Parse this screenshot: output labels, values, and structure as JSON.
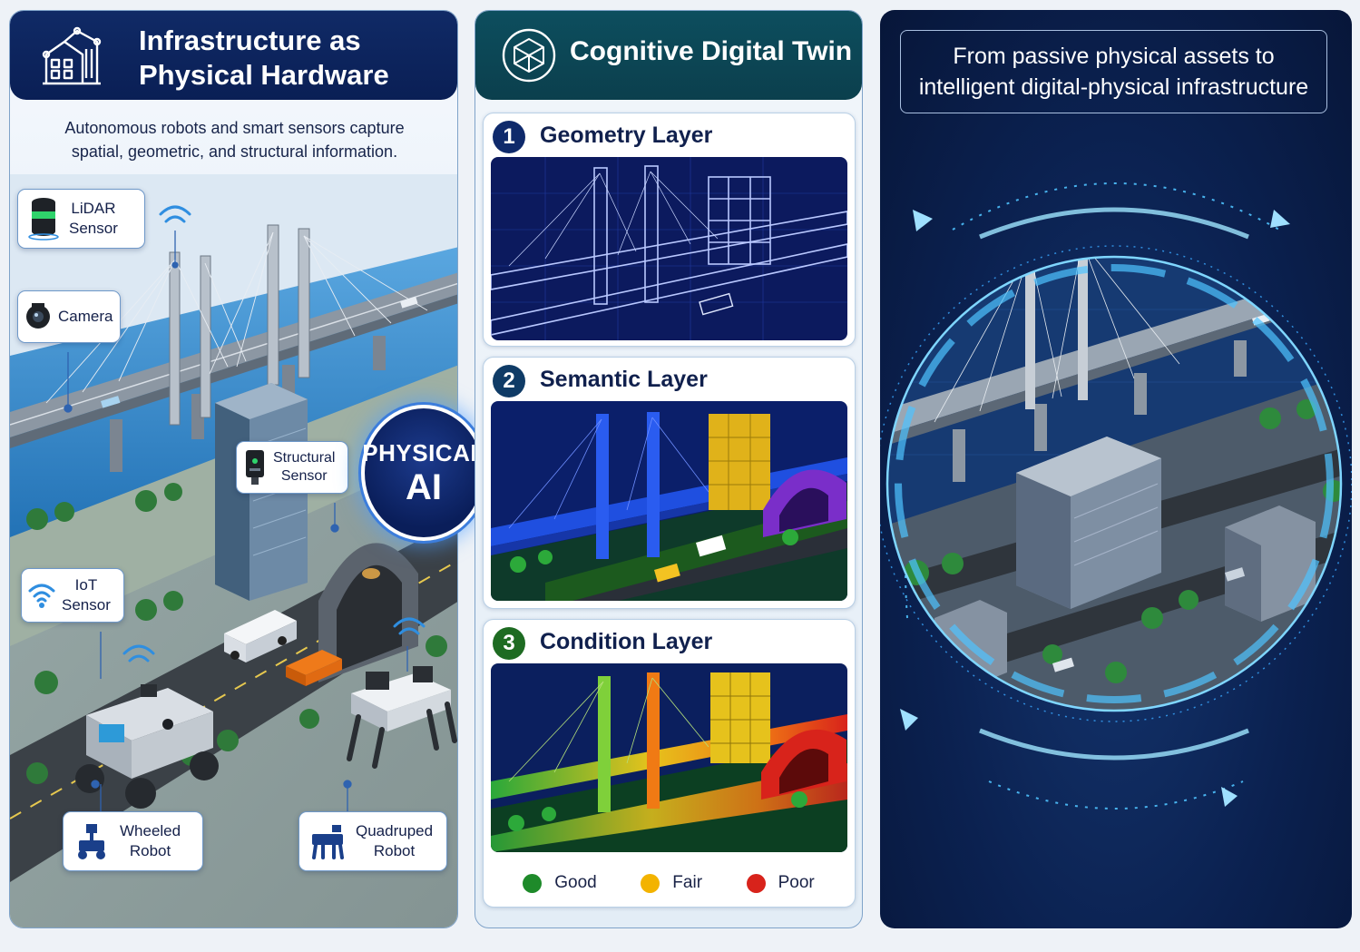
{
  "panel1": {
    "title": "Infrastructure as\nPhysical Hardware",
    "subtitle": "Autonomous robots and smart sensors capture\nspatial, geometric, and structural information.",
    "callouts": {
      "lidar": "LiDAR\nSensor",
      "camera": "Camera",
      "structural": "Structural\nSensor",
      "iot": "IoT\nSensor",
      "wheeled": "Wheeled\nRobot",
      "quadruped": "Quadruped\nRobot"
    },
    "hub": {
      "line1": "PHYSICAL",
      "line2": "AI"
    }
  },
  "panel2": {
    "title": "Cognitive Digital Twin",
    "layers": [
      {
        "number": "1",
        "title": "Geometry Layer"
      },
      {
        "number": "2",
        "title": "Semantic Layer"
      },
      {
        "number": "3",
        "title": "Condition Layer"
      }
    ],
    "legend": [
      {
        "label": "Good",
        "color": "#1e8a2a"
      },
      {
        "label": "Fair",
        "color": "#f3b300"
      },
      {
        "label": "Poor",
        "color": "#d8231b"
      }
    ]
  },
  "panel3": {
    "banner": "From passive physical assets to\nintelligent digital-physical infrastructure"
  },
  "colors": {
    "navy": "#0a1f55",
    "teal": "#0b3f4d",
    "accent_blue": "#3c7ddc",
    "glow": "#4fc3ff"
  }
}
